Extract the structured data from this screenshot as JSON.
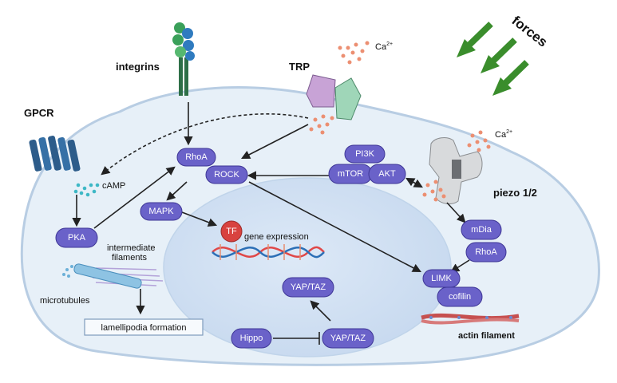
{
  "labels": {
    "forces": "forces",
    "integrins": "integrins",
    "trp": "TRP",
    "gpcr": "GPCR",
    "piezo": "piezo 1/2",
    "ca_top": "Ca",
    "ca_top_sup": "2+",
    "ca_right": "Ca",
    "ca_right_sup": "2+",
    "camp": "cAMP",
    "intermediate_filaments_1": "intermediate",
    "intermediate_filaments_2": "filaments",
    "microtubules": "microtubules",
    "lamellipodia": "lamellipodia formation",
    "gene_expression": "gene expression",
    "actin_filament": "actin filament"
  },
  "nodes": {
    "rhoa_top": "RhoA",
    "rock": "ROCK",
    "pi3k": "PI3K",
    "mtor": "mTOR",
    "akt": "AKT",
    "mapk": "MAPK",
    "tf": "TF",
    "pka": "PKA",
    "mdia": "mDia",
    "rhoa_right": "RhoA",
    "limk": "LIMK",
    "cofilin": "cofilin",
    "yaptaz_upper": "YAP/TAZ",
    "yaptaz_lower": "YAP/TAZ",
    "hippo": "Hippo"
  },
  "colors": {
    "node_fill": "#6a62c9",
    "node_stroke": "#3e3696",
    "cell_fill": "#e6eff8",
    "nucleus_fill": "#d2e2f4",
    "tf_fill": "#d8423f",
    "dots": "#ec8f72",
    "camp_dots": "#3eb8c6"
  }
}
